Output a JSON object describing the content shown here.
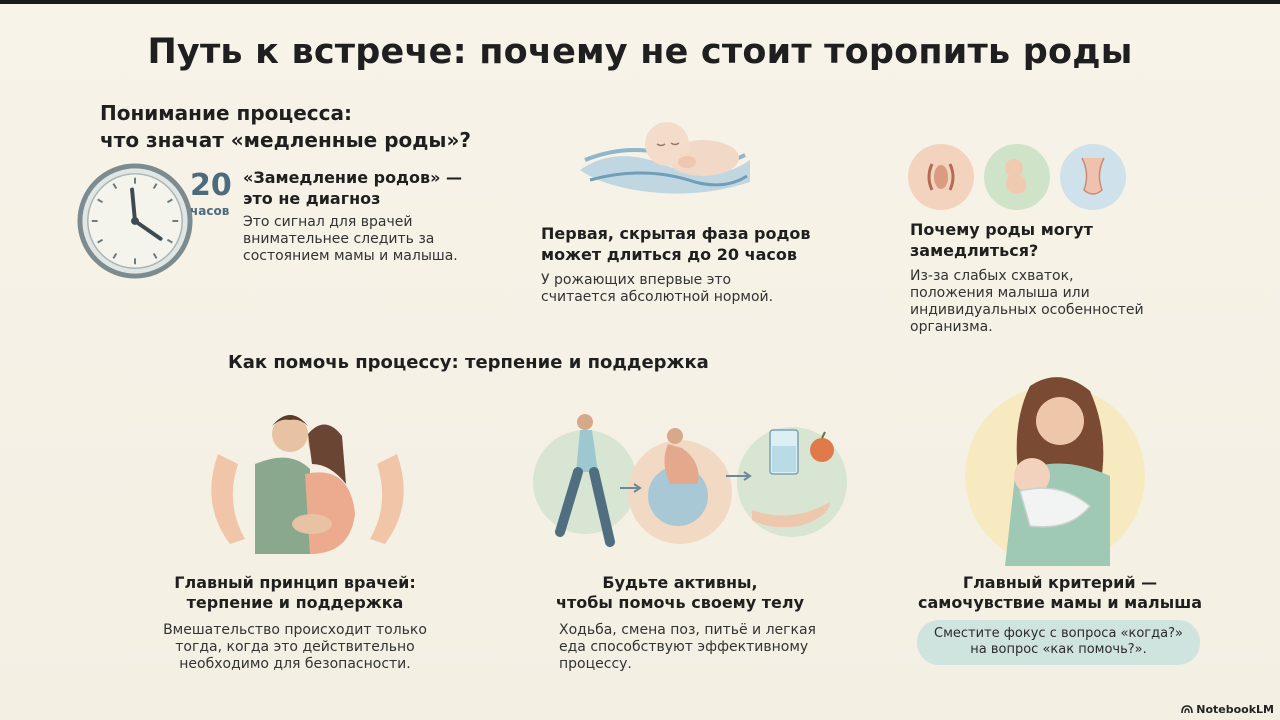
{
  "title": "Путь к встрече: почему не стоит торопить роды",
  "section1": {
    "heading_line1": "Понимание процесса:",
    "heading_line2": "что значат «медленные роды»?",
    "clock_value": "20",
    "clock_unit": "часов",
    "sub_line1": "«Замедление родов» —",
    "sub_line2": "это не диагноз",
    "body": "Это сигнал для врачей внимательнее следить за состоянием мамы и малыша."
  },
  "section2": {
    "heading_line1": "Первая, скрытая фаза родов",
    "heading_line2": "может длиться до 20 часов",
    "body": "У рожающих впервые это считается абсолютной нормой."
  },
  "section3": {
    "heading_line1": "Почему роды могут",
    "heading_line2": "замедлиться?",
    "body": "Из-за слабых схваток, положения малыша или индивидуальных особенностей организма."
  },
  "mid_heading": "Как помочь процессу: терпение и поддержка",
  "bottom": {
    "card1": {
      "heading_line1": "Главный принцип врачей:",
      "heading_line2": "терпение и поддержка",
      "body": "Вмешательство происходит только тогда, когда это действительно необходимо для безопасности."
    },
    "card2": {
      "heading_line1": "Будьте активны,",
      "heading_line2": "чтобы помочь своему телу",
      "body": "Ходьба, смена поз, питьё и легкая еда способствуют эффективному процессу."
    },
    "card3": {
      "heading_line1": "Главный критерий —",
      "heading_line2": "самочувствие мамы и малыша",
      "pill_line1": "Сместите фокус с вопроса «когда?»",
      "pill_line2": "на вопрос «как помочь?»."
    }
  },
  "brand": "NotebookLM",
  "colors": {
    "background": "#f5f1e6",
    "title": "#4a3f3a",
    "clock_accent": "#4d6b7d",
    "pill": "#cfe3df"
  }
}
